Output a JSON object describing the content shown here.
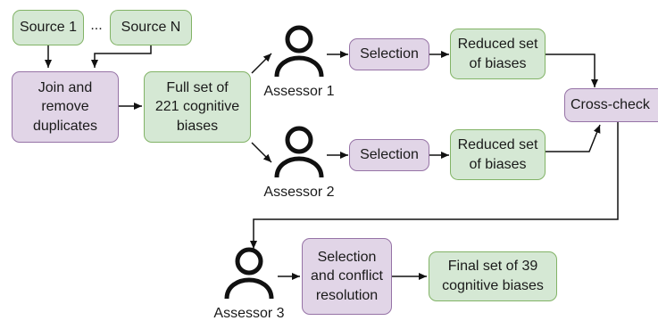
{
  "nodes": {
    "source1": "Source 1",
    "ellipsis": "...",
    "sourceN": "Source N",
    "join": "Join and\nremove\nduplicates",
    "full_set": "Full set of\n221 cognitive\nbiases",
    "selection1": "Selection",
    "reduced1": "Reduced set\nof biases",
    "selection2": "Selection",
    "reduced2": "Reduced set\nof biases",
    "cross_check": "Cross-check",
    "selection3": "Selection\nand conflict\nresolution",
    "final_set": "Final set of 39\ncognitive biases"
  },
  "assessors": {
    "a1": "Assessor 1",
    "a2": "Assessor 2",
    "a3": "Assessor 3"
  },
  "colors": {
    "green_fill": "#d5e8d4",
    "green_stroke": "#82b366",
    "purple_fill": "#e1d5e7",
    "purple_stroke": "#9673a6"
  }
}
